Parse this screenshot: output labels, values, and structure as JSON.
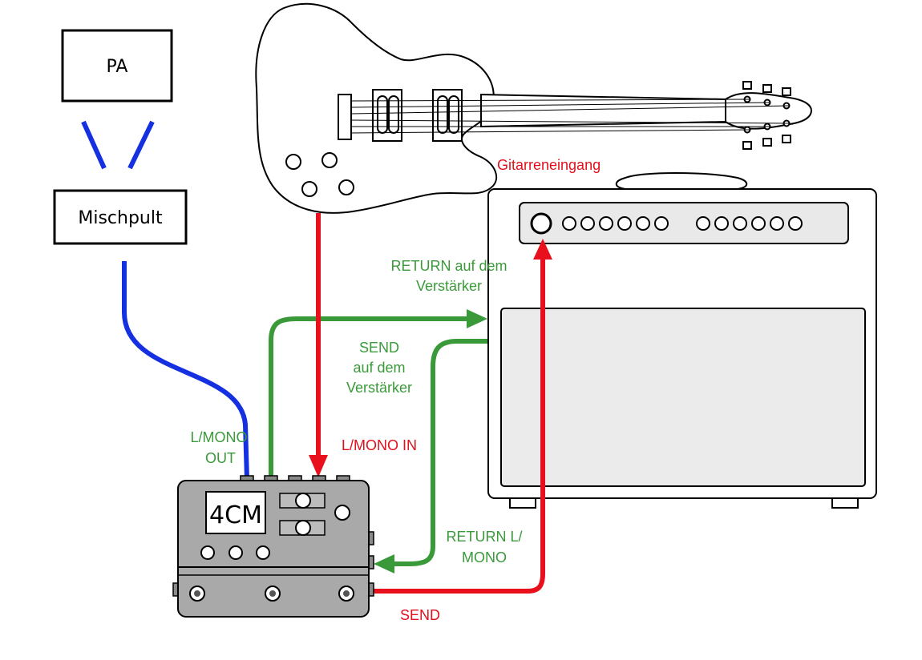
{
  "boxes": {
    "pa": "PA",
    "mixer": "Mischpult"
  },
  "device": {
    "display": "4CM"
  },
  "labels": {
    "guitar_input": "Gitarreneingang",
    "return_amp_1": "RETURN auf dem",
    "return_amp_2": "Verstärker",
    "send_amp_1": "SEND",
    "send_amp_2": "auf dem",
    "send_amp_3": "Verstärker",
    "lmono_out_1": "L/MONO",
    "lmono_out_2": "OUT",
    "lmono_in": "L/MONO IN",
    "return_lmono_1": "RETURN L/",
    "return_lmono_2": "MONO",
    "send": "SEND"
  },
  "colors": {
    "red_cable": "#e8101c",
    "green_cable": "#3a9a3a",
    "blue_cable": "#1430e0",
    "device_body": "#a9a9a9"
  }
}
